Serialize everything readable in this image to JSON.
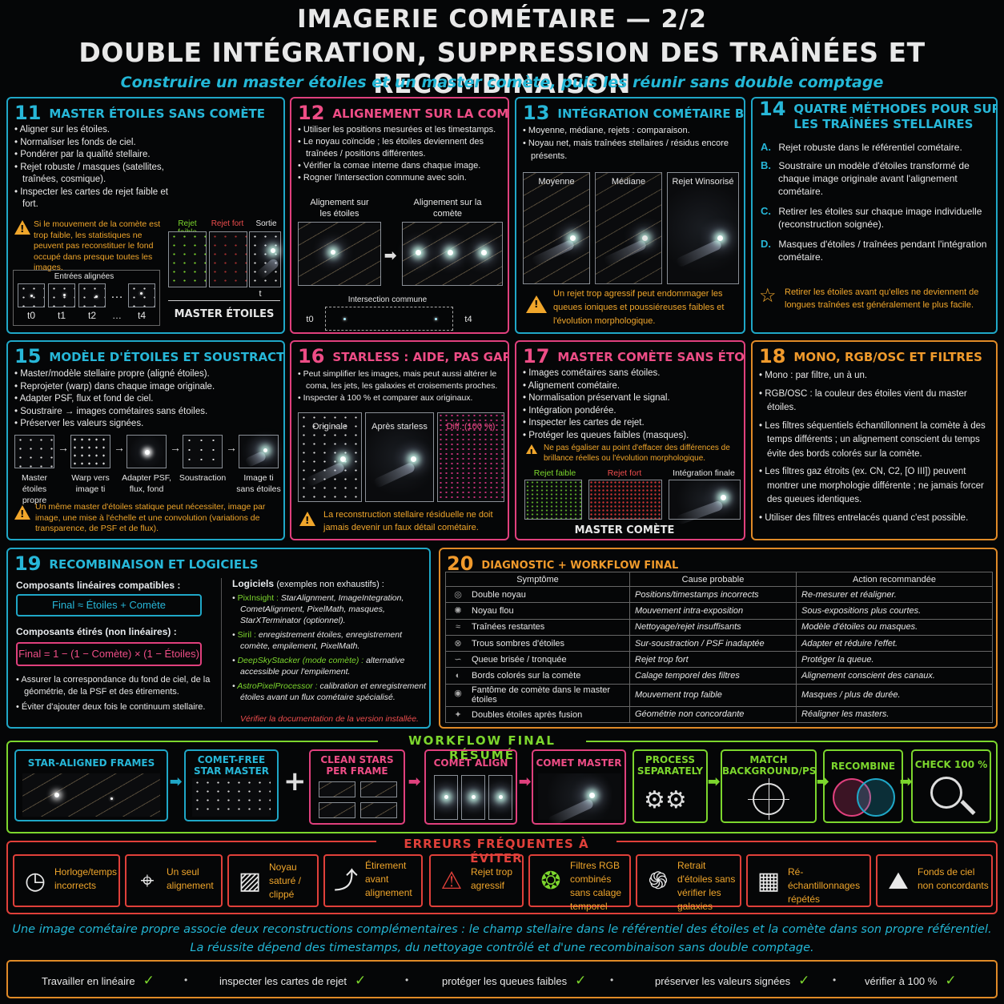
{
  "header": {
    "title1": "IMAGERIE COMÉTAIRE — 2/2",
    "title2": "DOUBLE INTÉGRATION, SUPPRESSION DES TRAÎNÉES ET RECOMBINAISON",
    "subtitle": "Construire un master étoiles et un master comète, puis les réunir sans double comptage"
  },
  "p11": {
    "num": "11",
    "title": "MASTER ÉTOILES SANS COMÈTE",
    "bullets": [
      "Aligner sur les étoiles.",
      "Normaliser les fonds de ciel.",
      "Pondérer par la qualité stellaire.",
      "Rejet robuste / masques (satellites, traînées, cosmique).",
      "Inspecter les cartes de rejet faible et fort."
    ],
    "warn": "Si le mouvement de la comète est trop faible, les statistiques ne peuvent pas reconstituer le fond occupé dans presque toutes les images.",
    "rejf": "Rejet faible",
    "rejF": "Rejet fort",
    "out": "Sortie",
    "aligned": "Entrées alignées",
    "t0": "t0",
    "t1": "t1",
    "t2": "t2",
    "dots": "…",
    "t4": "t4",
    "t": "t",
    "master": "MASTER ÉTOILES"
  },
  "p12": {
    "num": "12",
    "title": "ALIGNEMENT SUR LA COMÈTE",
    "bullets": [
      "Utiliser les positions mesurées et les timestamps.",
      "Le noyau coïncide ; les étoiles deviennent des traînées / positions différentes.",
      "Vérifier la comae interne dans chaque image.",
      "Rogner l'intersection commune avec soin."
    ],
    "a1": "Alignement sur les étoiles",
    "a2": "Alignement sur la comète",
    "inter": "Intersection commune",
    "t0": "t0",
    "t4": "t4"
  },
  "p13": {
    "num": "13",
    "title": "INTÉGRATION COMÉTAIRE BRUTE",
    "bullets": [
      "Moyenne, médiane, rejets : comparaison.",
      "Noyau net, mais traînées stellaires / résidus encore présents."
    ],
    "i1": "Moyenne",
    "i2": "Médiane",
    "i3": "Rejet Winsorisé",
    "warn": "Un rejet trop agressif peut endommager les queues ioniques et poussiéreuses faibles et l'évolution morphologique."
  },
  "p14": {
    "num": "14",
    "title1": "QUATRE MÉTHODES POUR SUPPRIMER",
    "title2": "LES TRAÎNÉES STELLAIRES",
    "items": [
      {
        "l": "A.",
        "t": "Rejet robuste dans le référentiel cométaire."
      },
      {
        "l": "B.",
        "t": "Soustraire un modèle d'étoiles transformé de chaque image originale avant l'alignement cométaire."
      },
      {
        "l": "C.",
        "t": "Retirer les étoiles sur chaque image individuelle (reconstruction soignée)."
      },
      {
        "l": "D.",
        "t": "Masques d'étoiles / traînées pendant l'intégration cométaire."
      }
    ],
    "tip": "Retirer les étoiles avant qu'elles ne deviennent de longues traînées est généralement le plus facile."
  },
  "p15": {
    "num": "15",
    "title": "MODÈLE D'ÉTOILES ET SOUSTRACTION",
    "bullets": [
      "Master/modèle stellaire propre (aligné étoiles).",
      "Reprojeter (warp) dans chaque image originale.",
      "Adapter PSF, flux et fond de ciel.",
      "Soustraire → images cométaires sans étoiles.",
      "Préserver les valeurs signées."
    ],
    "s1": "Master étoiles propre",
    "s2": "Warp vers image ti",
    "s3": "Adapter PSF, flux, fond",
    "s4": "Soustraction",
    "s5": "Image ti sans étoiles",
    "warn": "Un même master d'étoiles statique peut nécessiter, image par image, une mise à l'échelle et une convolution (variations de transparence, de PSF et de flux)."
  },
  "p16": {
    "num": "16",
    "title": "STARLESS : AIDE, PAS GARANTIE",
    "bullets": [
      "Peut simplifier les images, mais peut aussi altérer le coma, les jets, les galaxies et croisements proches.",
      "Inspecter à 100 % et comparer aux originaux."
    ],
    "i1": "Originale",
    "i2": "Après starless",
    "i3": "Diff. (100 %)",
    "warn": "La reconstruction stellaire résiduelle ne doit jamais devenir un faux détail cométaire."
  },
  "p17": {
    "num": "17",
    "title": "MASTER COMÈTE SANS ÉTOILES",
    "bullets": [
      "Images cométaires sans étoiles.",
      "Alignement cométaire.",
      "Normalisation préservant le signal.",
      "Intégration pondérée.",
      "Inspecter les cartes de rejet.",
      "Protéger les queues faibles (masques)."
    ],
    "warn": "Ne pas égaliser au point d'effacer des différences de brillance réelles ou l'évolution morphologique.",
    "rejf": "Rejet faible",
    "rejF": "Rejet fort",
    "fin": "Intégration finale",
    "master": "MASTER COMÈTE"
  },
  "p18": {
    "num": "18",
    "title": "MONO, RGB/OSC ET FILTRES",
    "bullets": [
      "Mono : par filtre, un à un.",
      "RGB/OSC : la couleur des étoiles vient du master étoiles.",
      "Les filtres séquentiels échantillonnent la comète à des temps différents ; un alignement conscient du temps évite des bords colorés sur la comète.",
      "Les filtres gaz étroits (ex. CN, C2, [O III]) peuvent montrer une morphologie différente ; ne jamais forcer des queues identiques.",
      "Utiliser des filtres entrelacés quand c'est possible."
    ]
  },
  "p19": {
    "num": "19",
    "title": "RECOMBINAISON ET LOGICIELS",
    "lin": "Composants linéaires compatibles :",
    "f1": "Final ≈ Étoiles + Comète",
    "str": "Composants étirés (non linéaires) :",
    "f2": "Final = 1 − (1 − Comète) × (1 − Étoiles)",
    "bullets": [
      "Assurer la correspondance du fond de ciel, de la géométrie, de la PSF et des étirements.",
      "Éviter d'ajouter deux fois le continuum stellaire."
    ],
    "soft": "Logiciels",
    "softnote": "(exemples non exhaustifs) :",
    "sw": [
      {
        "n": "PixInsight :",
        "t": "StarAlignment, ImageIntegration, CometAlignment, PixelMath, masques, StarXTerminator (optionnel)."
      },
      {
        "n": "Siril :",
        "t": "enregistrement étoiles, enregistrement comète, empilement, PixelMath."
      },
      {
        "n": "DeepSkyStacker (mode comète) :",
        "t": "alternative accessible pour l'empilement."
      },
      {
        "n": "AstroPixelProcessor :",
        "t": "calibration et enregistrement étoiles avant un flux cométaire spécialisé."
      }
    ],
    "verify": "Vérifier la documentation de la version installée."
  },
  "p20": {
    "num": "20",
    "title": "DIAGNOSTIC + WORKFLOW FINAL",
    "h": [
      "Symptôme",
      "Cause probable",
      "Action recommandée"
    ],
    "rows": [
      [
        "Double noyau",
        "Positions/timestamps incorrects",
        "Re-mesurer et réaligner."
      ],
      [
        "Noyau flou",
        "Mouvement intra-exposition",
        "Sous-expositions plus courtes."
      ],
      [
        "Traînées restantes",
        "Nettoyage/rejet insuffisants",
        "Modèle d'étoiles ou masques."
      ],
      [
        "Trous sombres d'étoiles",
        "Sur-soustraction / PSF inadaptée",
        "Adapter et réduire l'effet."
      ],
      [
        "Queue brisée / tronquée",
        "Rejet trop fort",
        "Protéger la queue."
      ],
      [
        "Bords colorés sur la comète",
        "Calage temporel des filtres",
        "Alignement conscient des canaux."
      ],
      [
        "Fantôme de comète dans le master étoiles",
        "Mouvement trop faible",
        "Masques / plus de durée."
      ],
      [
        "Doubles étoiles après fusion",
        "Géométrie non concordante",
        "Réaligner les masters."
      ]
    ],
    "icons": [
      "◎",
      "✺",
      "≈",
      "⊗",
      "∽",
      "◐",
      "◉",
      "✦"
    ]
  },
  "workflow": {
    "title": "WORKFLOW FINAL RÉSUMÉ",
    "b1": "STAR-ALIGNED FRAMES",
    "b2": "COMET-FREE STAR MASTER",
    "plus": "+",
    "b3": "CLEAN STARS PER FRAME",
    "b4": "COMET ALIGN",
    "b5": "COMET MASTER",
    "b6": "PROCESS SEPARATELY",
    "b7": "MATCH BACKGROUND/PSF",
    "b8": "RECOMBINE",
    "b9": "CHECK 100 %"
  },
  "errors": {
    "title": "ERREURS FRÉQUENTES À ÉVITER",
    "items": [
      {
        "ic": "◷",
        "t": "Horloge/temps incorrects"
      },
      {
        "ic": "⌖",
        "t": "Un seul alignement"
      },
      {
        "ic": "▨",
        "t": "Noyau saturé / clippé"
      },
      {
        "ic": "⤴",
        "t": "Étirement avant alignement"
      },
      {
        "ic": "⚠",
        "t": "Rejet trop agressif"
      },
      {
        "ic": "❂",
        "t": "Filtres RGB combinés sans calage temporel"
      },
      {
        "ic": "֍",
        "t": "Retrait d'étoiles sans vérifier les galaxies"
      },
      {
        "ic": "▦",
        "t": "Ré-échantillonnages répétés"
      },
      {
        "ic": "⛰",
        "t": "Fonds de ciel non concordants"
      }
    ]
  },
  "bottom": {
    "l1": "Une image cométaire propre associe deux reconstructions complémentaires : le champ stellaire dans le référentiel des étoiles et la comète dans son propre référentiel.",
    "l2": "La réussite dépend des timestamps, du nettoyage contrôlé et d'une recombinaison sans double comptage."
  },
  "footer": {
    "items": [
      "Travailler en linéaire",
      "inspecter les cartes de rejet",
      "protéger les queues faibles",
      "préserver les valeurs signées",
      "vérifier à 100 %"
    ],
    "check": "✓",
    "sep": "•"
  },
  "colors": {
    "cyan": "#1fa7c7",
    "magenta": "#e0407d",
    "orange": "#e08a27",
    "green": "#7cd62d",
    "red": "#e0403a"
  }
}
